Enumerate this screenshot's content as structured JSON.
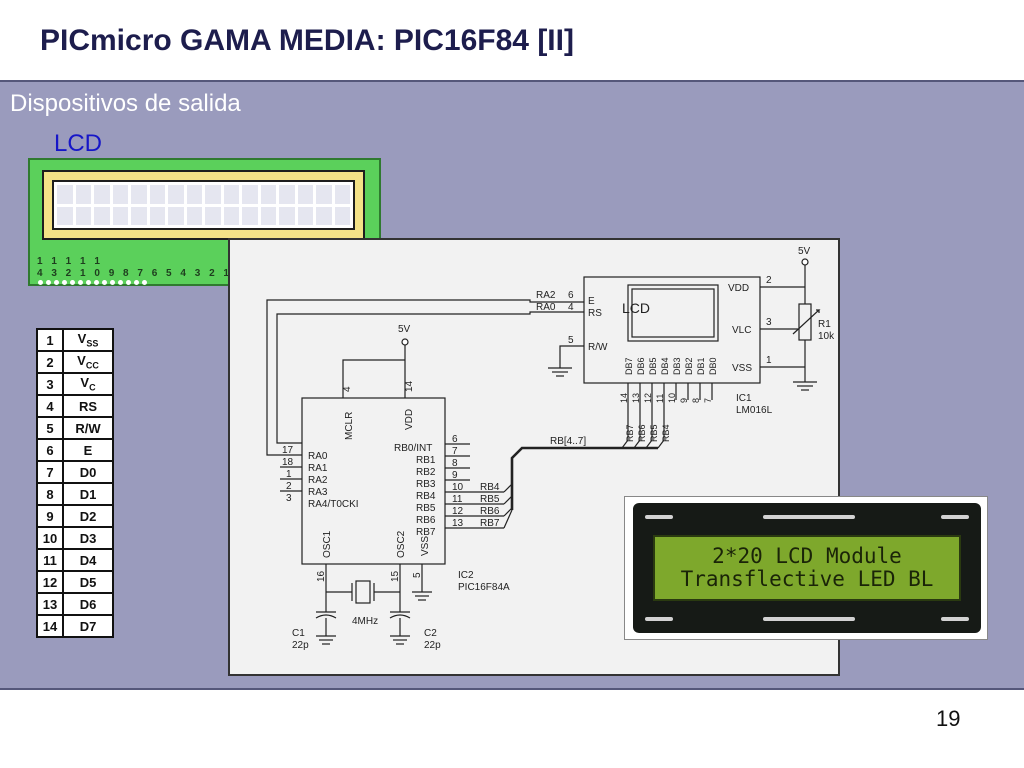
{
  "slide": {
    "title": "PICmicro GAMA MEDIA: PIC16F84 [II]",
    "subtitle": "Dispositivos de salida",
    "section_label": "LCD",
    "page_number": "19"
  },
  "lcd_board": {
    "pin_row_1": "1 1 1 1 1",
    "pin_row_2": "4 3 2 1 0 9 8 7 6 5 4 3 2 1"
  },
  "pin_table": [
    {
      "num": "1",
      "main": "V",
      "sub": "SS"
    },
    {
      "num": "2",
      "main": "V",
      "sub": "CC"
    },
    {
      "num": "3",
      "main": "V",
      "sub": "C"
    },
    {
      "num": "4",
      "main": "RS",
      "sub": ""
    },
    {
      "num": "5",
      "main": "R/W",
      "sub": ""
    },
    {
      "num": "6",
      "main": "E",
      "sub": ""
    },
    {
      "num": "7",
      "main": "D0",
      "sub": ""
    },
    {
      "num": "8",
      "main": "D1",
      "sub": ""
    },
    {
      "num": "9",
      "main": "D2",
      "sub": ""
    },
    {
      "num": "10",
      "main": "D3",
      "sub": ""
    },
    {
      "num": "11",
      "main": "D4",
      "sub": ""
    },
    {
      "num": "12",
      "main": "D5",
      "sub": ""
    },
    {
      "num": "13",
      "main": "D6",
      "sub": ""
    },
    {
      "num": "14",
      "main": "D7",
      "sub": ""
    }
  ],
  "schematic": {
    "lcd_block": "LCD",
    "lcd_pins_left": [
      "E",
      "RS",
      "R/W"
    ],
    "lcd_pin_nums_left": [
      "6",
      "4",
      "5"
    ],
    "lcd_nets_left": [
      "RA2",
      "RA0"
    ],
    "lcd_pins_right": [
      "VDD",
      "VLC",
      "VSS"
    ],
    "lcd_pin_nums_right": [
      "2",
      "3",
      "1"
    ],
    "lcd_data_pins": [
      "DB7",
      "DB6",
      "DB5",
      "DB4",
      "DB3",
      "DB2",
      "DB1",
      "DB0"
    ],
    "lcd_data_nums": [
      "14",
      "13",
      "12",
      "11",
      "10",
      "9",
      "8",
      "7"
    ],
    "lcd_ic_ref": "IC1",
    "lcd_ic_part": "LM016L",
    "resistor_ref": "R1",
    "resistor_val": "10k",
    "supply_label": "5V",
    "mcu_top_pins": [
      "MCLR",
      "VDD"
    ],
    "mcu_top_nums": [
      "4",
      "14"
    ],
    "mcu_left_pins": [
      "RA0",
      "RA1",
      "RA2",
      "RA3",
      "RA4/T0CKI"
    ],
    "mcu_left_nums": [
      "17",
      "18",
      "1",
      "2",
      "3"
    ],
    "mcu_right_pins": [
      "RB0/INT",
      "RB1",
      "RB2",
      "RB3",
      "RB4",
      "RB5",
      "RB6",
      "RB7"
    ],
    "mcu_right_nums": [
      "6",
      "7",
      "8",
      "9",
      "10",
      "11",
      "12",
      "13"
    ],
    "mcu_bus_nets": [
      "RB4",
      "RB5",
      "RB6",
      "RB7"
    ],
    "lcd_bus_nets": [
      "RB7",
      "RB6",
      "RB5",
      "RB4"
    ],
    "bus_label": "RB[4..7]",
    "mcu_bottom_pins": [
      "OSC1",
      "OSC2",
      "VSS"
    ],
    "mcu_bottom_nums": [
      "16",
      "15",
      "5"
    ],
    "mcu_ic_ref": "IC2",
    "mcu_ic_part": "PIC16F84A",
    "crystal": "4MHz",
    "c1_ref": "C1",
    "c1_val": "22p",
    "c2_ref": "C2",
    "c2_val": "22p"
  },
  "photo": {
    "line1": "2*20 LCD Module",
    "line2": "Transflective LED BL"
  }
}
